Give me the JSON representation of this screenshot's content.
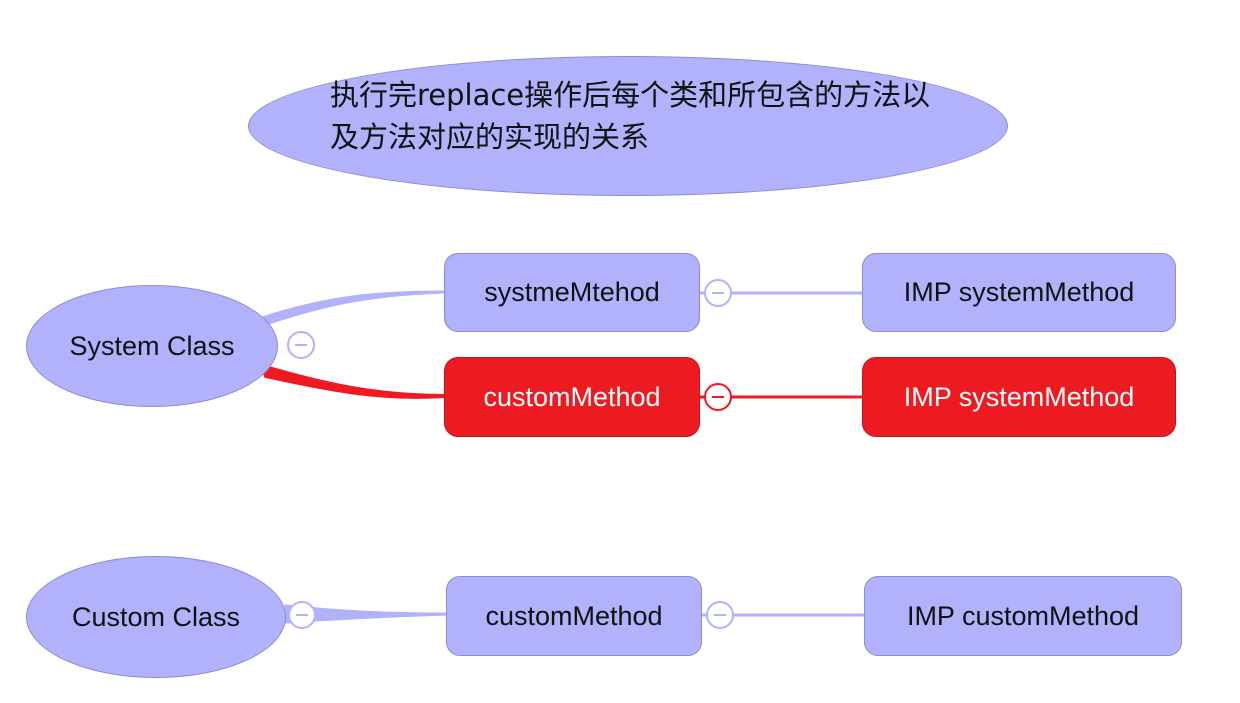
{
  "title": "执行完replace操作后每个类和所包含的方法以及方法对应的实现的关系",
  "title_lines": [
    "执行完replace操作后每个类和所包含的方法以",
    "及方法对应的实现的关系"
  ],
  "colors": {
    "node_fill": "#b1b1fc",
    "node_border": "#8c8cd0",
    "highlight_fill": "#ee1a22",
    "connector": "#b1b1fc",
    "highlight_connector": "#ee1a22"
  },
  "classes": [
    {
      "label": "System Class",
      "methods": [
        {
          "label": "systmeMtehod",
          "imp": "IMP systemMethod",
          "highlighted": false
        },
        {
          "label": "customMethod",
          "imp": "IMP systemMethod",
          "highlighted": true
        }
      ]
    },
    {
      "label": "Custom Class",
      "methods": [
        {
          "label": "customMethod",
          "imp": "IMP customMethod",
          "highlighted": false
        }
      ]
    }
  ]
}
